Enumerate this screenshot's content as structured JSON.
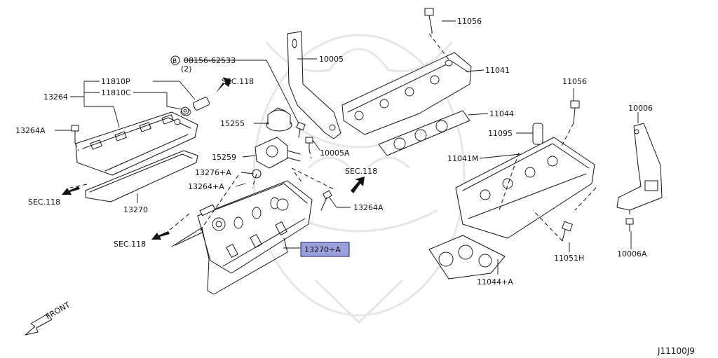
{
  "diagram_code": "J11100J9",
  "front_label": "FRONT",
  "labels": {
    "p11056_top": "11056",
    "p10005": "10005",
    "p08156": "08156-62533",
    "p08156_qty": "(2)",
    "p08156_prefix": "B",
    "p11041": "11041",
    "p11810P": "11810P",
    "p11810C": "11810C",
    "p13264": "13264",
    "sec118_a": "SEC.118",
    "p11044": "11044",
    "p11056_right": "11056",
    "p15255": "15255",
    "p11095": "11095",
    "p13264A_left": "13264A",
    "p10006": "10006",
    "p10005A": "10005A",
    "p15259": "15259",
    "p11041M": "11041M",
    "p13276A": "13276+A",
    "sec118_b": "SEC.118",
    "p13264pA": "13264+A",
    "sec118_c": "SEC.118",
    "p13264A_mid": "13264A",
    "p13270": "13270",
    "sec118_d": "SEC.118",
    "p13270A": "13270+A",
    "p11051H": "11051H",
    "p10006A": "10006A",
    "p11044A": "11044+A"
  }
}
